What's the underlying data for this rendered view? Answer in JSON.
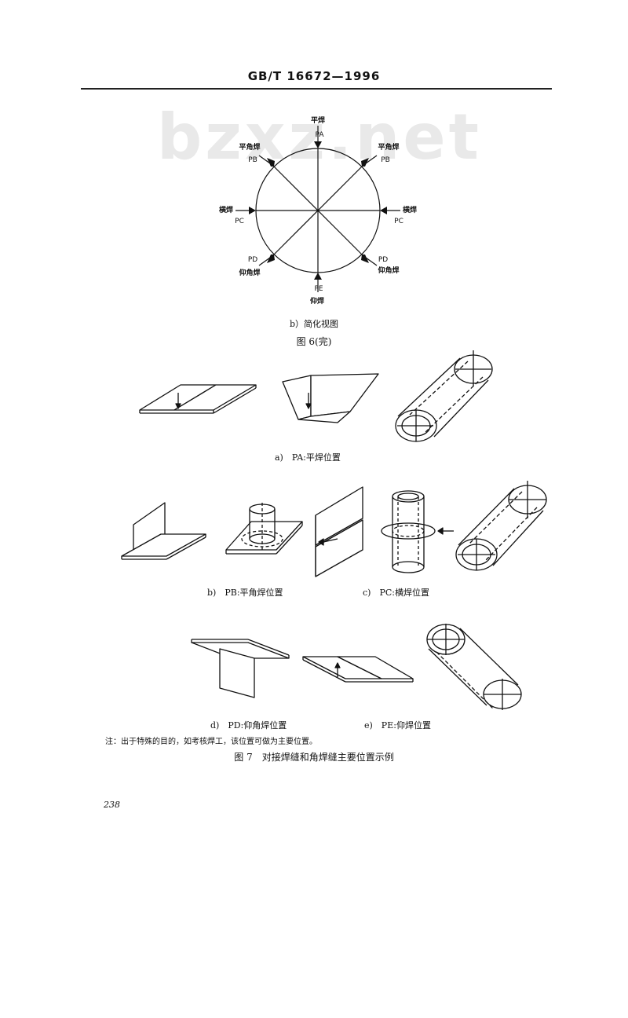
{
  "header": {
    "standard_no": "GB/T 16672—1996"
  },
  "watermark": "bzxz.net",
  "fig6": {
    "labels": {
      "pa_name": "平焊",
      "pa_code": "PA",
      "pb_left_name": "平角焊",
      "pb_left_code": "PB",
      "pb_right_name": "平角焊",
      "pb_right_code": "PB",
      "pc_left_name": "横焊",
      "pc_left_code": "PC",
      "pc_right_name": "横焊",
      "pc_right_code": "PC",
      "pd_left_code": "PD",
      "pd_left_name": "仰角焊",
      "pd_right_code": "PD",
      "pd_right_name": "仰角焊",
      "pe_code": "PE",
      "pe_name": "仰焊"
    },
    "sub_caption": "b）简化视图",
    "caption": "图 6(完)"
  },
  "fig7": {
    "cap_a": "a)　PA:平焊位置",
    "cap_b": "b)　PB:平角焊位置",
    "cap_c": "c)　PC:横焊位置",
    "cap_d": "d)　PD:仰角焊位置",
    "cap_e": "e)　PE:仰焊位置",
    "note": "注：出于特殊的目的，如考核焊工，该位置可做为主要位置。",
    "caption": "图 7　对接焊缝和角焊缝主要位置示例"
  },
  "page_number": "238"
}
